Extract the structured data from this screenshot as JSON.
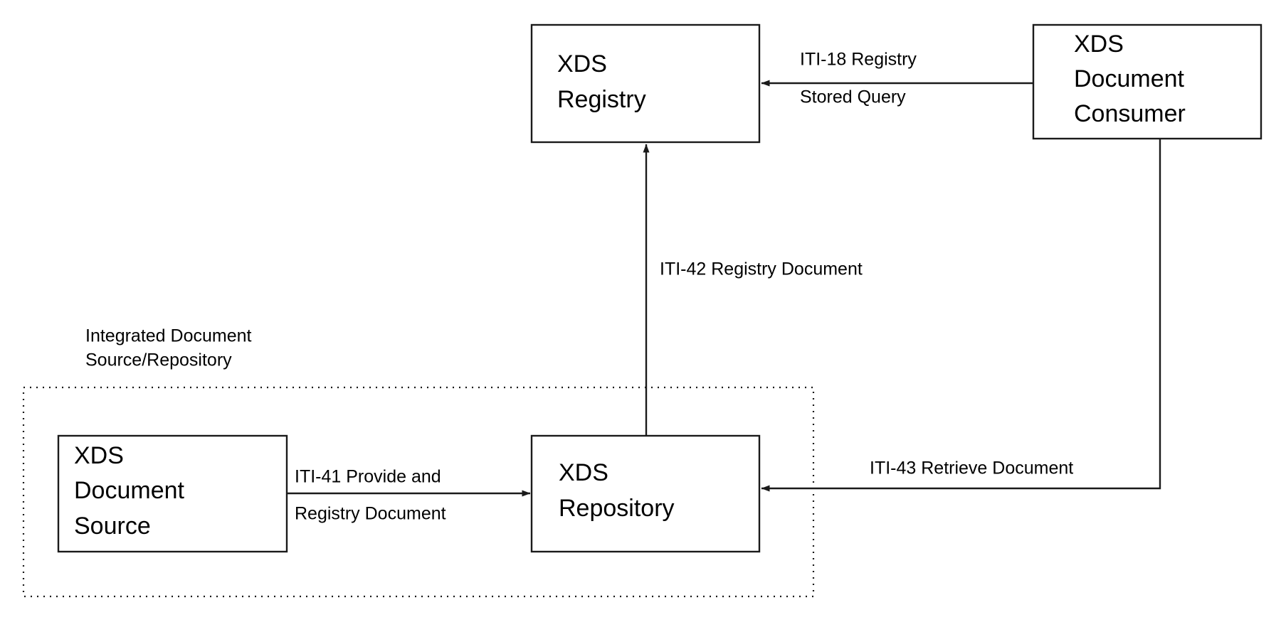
{
  "diagram": {
    "title_text": "",
    "background_color": "#ffffff",
    "stroke_color": "#1a1a1a",
    "nodes": {
      "xds_registry": {
        "line1": "XDS",
        "line2": "Registry"
      },
      "xds_document_consumer": {
        "line1": "XDS",
        "line2": "Document",
        "line3": "Consumer"
      },
      "xds_document_source": {
        "line1": "XDS",
        "line2": "Document",
        "line3": "Source"
      },
      "xds_repository": {
        "line1": "XDS",
        "line2": "Repository"
      }
    },
    "group": {
      "label_line1": "Integrated Document",
      "label_line2": "Source/Repository"
    },
    "edges": {
      "iti18": {
        "line1": "ITI-18 Registry",
        "line2": "Stored Query"
      },
      "iti42": {
        "line1": "ITI-42 Registry Document"
      },
      "iti41": {
        "line1": "ITI-41 Provide and",
        "line2": "Registry Document"
      },
      "iti43": {
        "line1": "ITI-43 Retrieve Document"
      }
    }
  }
}
